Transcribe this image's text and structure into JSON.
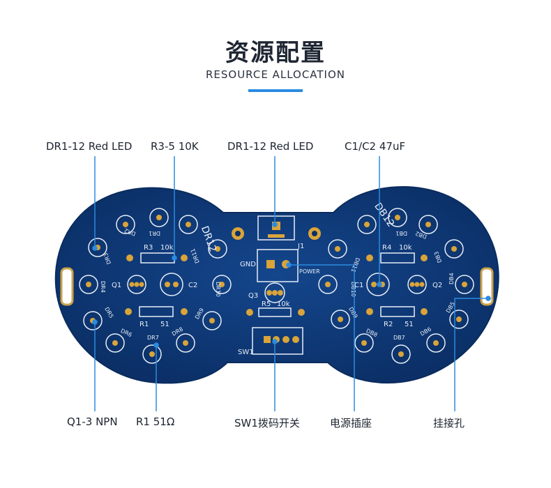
{
  "header": {
    "title": "资源配置",
    "subtitle": "RESOURCE ALLOCATION"
  },
  "callouts_top": {
    "leds_left": "DR1-12 Red LED",
    "resistors": "R3-5 10K",
    "leds_center": "DR1-12 Red LED",
    "capacitors": "C1/C2 47uF"
  },
  "callouts_bottom": {
    "transistors": "Q1-3 NPN",
    "r1": "R1 51Ω",
    "switch": "SW1拨码开关",
    "power": "电源插座",
    "hole": "挂接孔"
  },
  "silkscreen": {
    "j1": "J1",
    "gnd": "GND",
    "power": "POWER",
    "q3": "Q3",
    "r5": "R5",
    "r5_val": "10k",
    "sw1": "SW1",
    "q1": "Q1",
    "q2": "Q2",
    "c1": "C1",
    "c2": "C2",
    "r3": "R3",
    "r3_val": "10k",
    "r4": "R4",
    "r4_val": "10k",
    "r1": "R1",
    "r1_val": "51",
    "r2": "R2",
    "r2_val": "51",
    "dr12": "DR12",
    "db12": "DB12",
    "dr1": "DR1",
    "dr2": "DR2",
    "dr3": "DR3",
    "dr4": "DR4",
    "dr5": "DR5",
    "dr6": "DR6",
    "dr7": "DR7",
    "dr8": "DR8",
    "dr9": "DR9",
    "dr10": "DR10",
    "dr11": "DR11",
    "db1": "DB1",
    "db2": "DB2",
    "db3": "DB3",
    "db4": "DB4",
    "db5": "DB5",
    "db6": "DB6",
    "db7": "DB7",
    "db8": "DB8",
    "db9": "DB9",
    "db10": "DB10",
    "db11": "DB11"
  },
  "colors": {
    "pcb": "#0f3a78",
    "pcb_edge": "#0a2c5e",
    "silk": "#e8eef7",
    "pad": "#d9a43a",
    "leader": "#2a8be0"
  }
}
